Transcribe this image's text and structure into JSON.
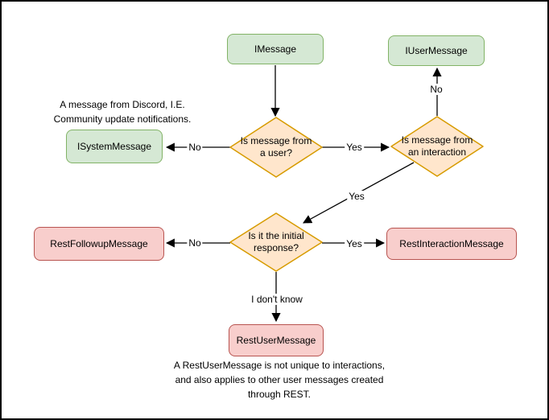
{
  "colors": {
    "canvas_bg": "#ffffff",
    "canvas_border": "#000000",
    "green_fill": "#d5e8d4",
    "green_stroke": "#82b366",
    "orange_fill": "#ffe6cc",
    "orange_stroke": "#d79b00",
    "red_fill": "#f8cecc",
    "red_stroke": "#b85450",
    "line": "#000000",
    "text": "#000000"
  },
  "nodes": {
    "imessage": "IMessage",
    "iusermessage": "IUserMessage",
    "isystemmessage": "ISystemMessage",
    "restfollowupmessage": "RestFollowupMessage",
    "restinteractionmessage": "RestInteractionMessage",
    "restusermessage": "RestUserMessage"
  },
  "decisions": {
    "from_user": "Is message from\na user?",
    "from_interaction": "Is message from\nan interaction",
    "initial_response": "Is it the initial\nresponse?"
  },
  "edge_labels": {
    "to_system": "No",
    "to_interaction": "Yes",
    "to_usermessage": "No",
    "to_initial": "Yes",
    "to_followup": "No",
    "to_interactionmessage": "Yes",
    "to_restusermessage": "I don't know"
  },
  "annotations": {
    "system_note": "A message from Discord, I.E.\nCommunity update notifications.",
    "rest_note": "A RestUserMessage is not unique to interactions,\nand also applies to other user messages created\nthrough REST."
  }
}
